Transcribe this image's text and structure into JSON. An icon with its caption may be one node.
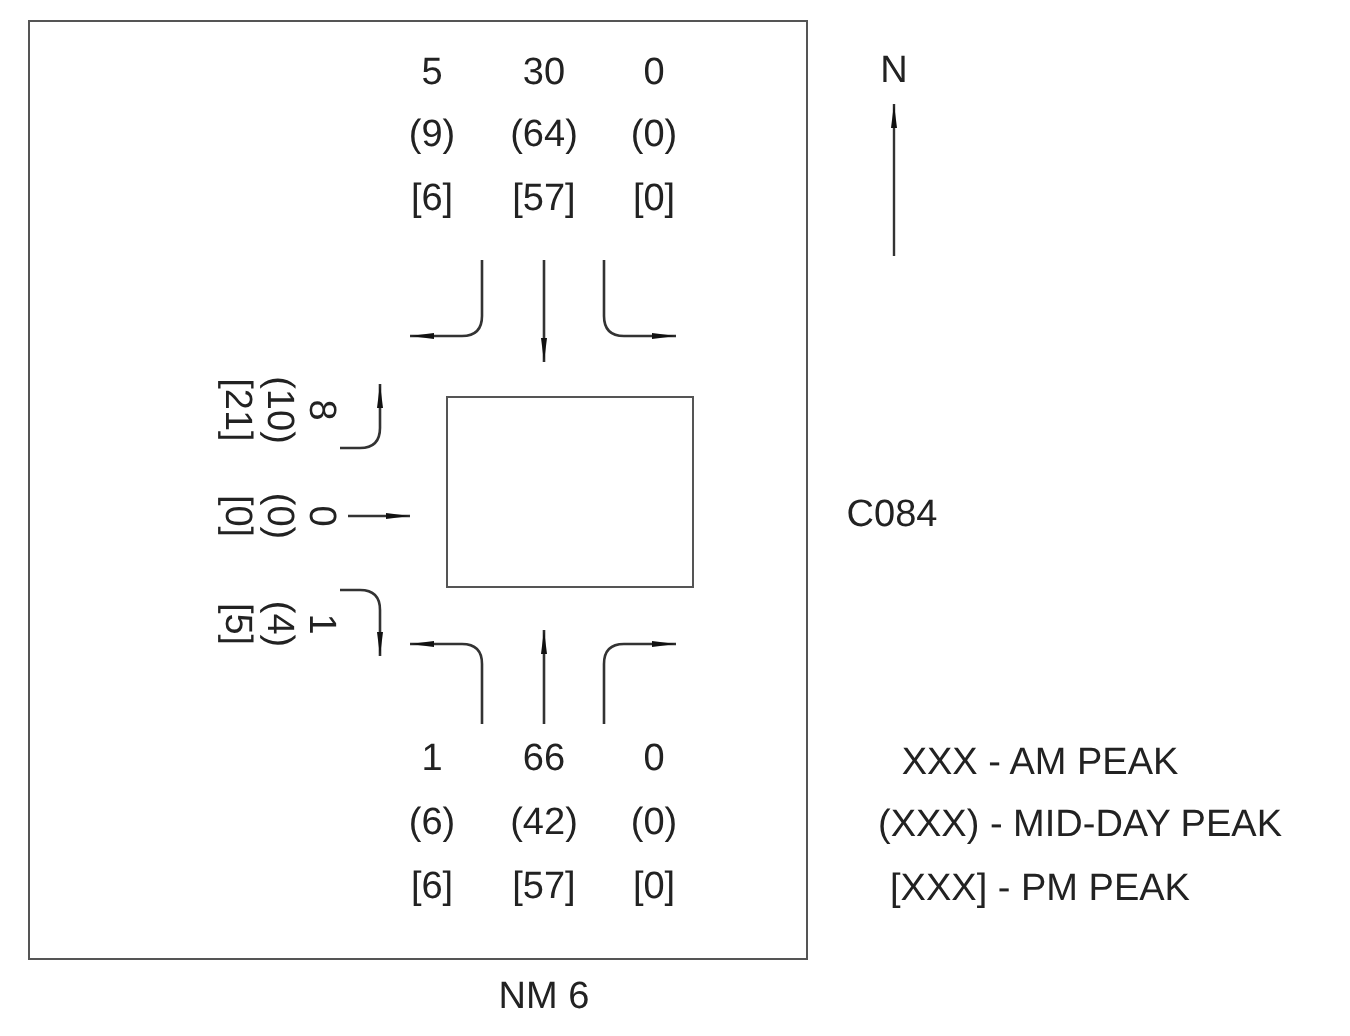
{
  "diagram": {
    "nodes": [
      {
        "text": [],
        "shape": "box"
      },
      {
        "text": [],
        "shape": "box",
        "in": 0
      }
    ],
    "labels": [
      "5",
      "(9)",
      "[6]",
      "30",
      "(64)",
      "[57]",
      "0",
      "(0)",
      "[0]",
      "8",
      "(10)",
      "[21]",
      "0",
      "(0)",
      "[0]",
      "1",
      "(4)",
      "[5]",
      "1",
      "(6)",
      "[6]",
      "66",
      "(42)",
      "[57]",
      "0",
      "(0)",
      "[0]",
      "N",
      "C084",
      "XXX - AM PEAK",
      "(XXX) - MID-DAY PEAK",
      "[XXX] - PM PEAK",
      "NM 6"
    ]
  }
}
